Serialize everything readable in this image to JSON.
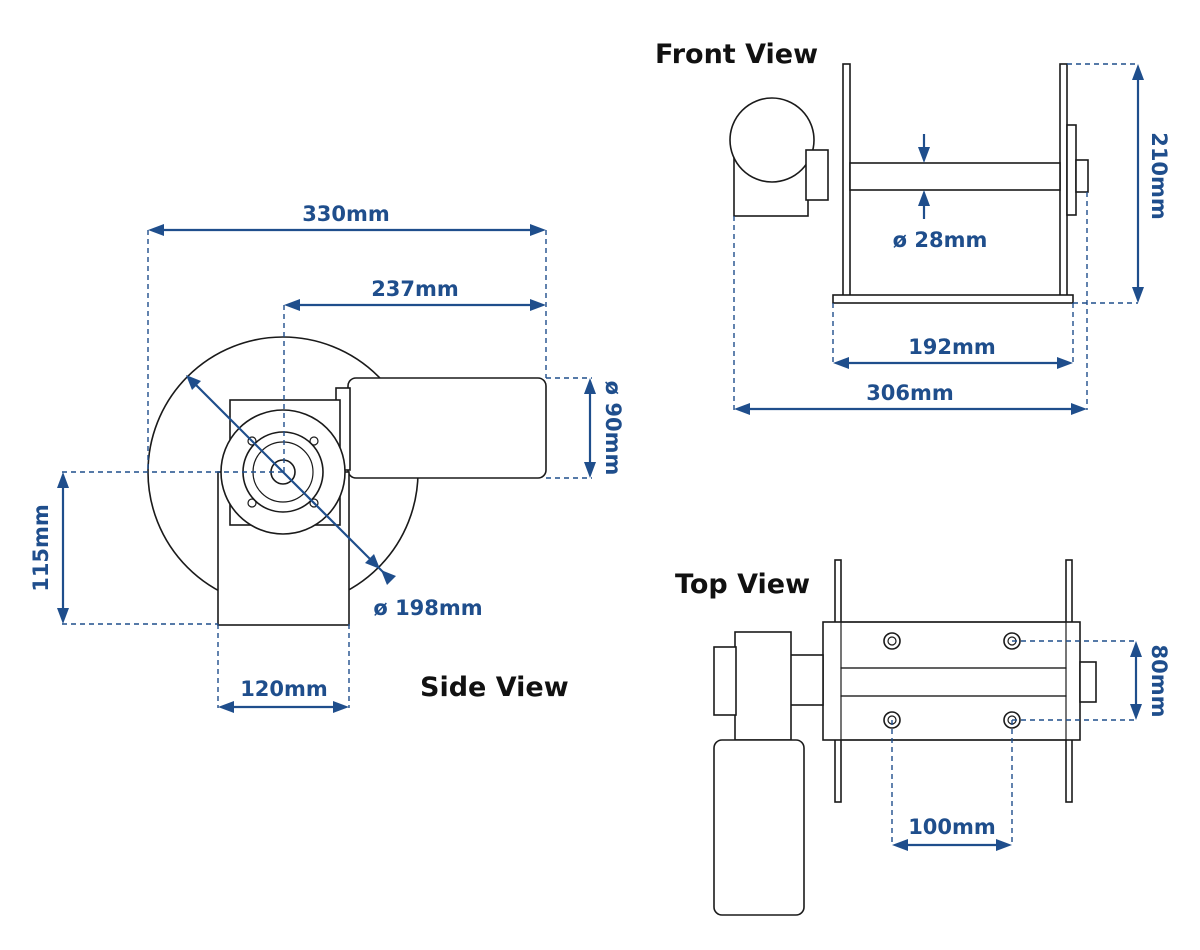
{
  "views": {
    "side": "Side View",
    "front": "Front View",
    "top": "Top View"
  },
  "dimensions": {
    "side_overall_width": "330mm",
    "side_motor_length": "237mm",
    "side_motor_diameter": "ø 90mm",
    "side_drum_diameter": "ø 198mm",
    "side_height": "115mm",
    "side_base_width": "120mm",
    "front_height": "210mm",
    "front_shaft_diameter": "ø 28mm",
    "front_drum_width": "192mm",
    "front_overall_width": "306mm",
    "top_bolt_spacing_y": "80mm",
    "top_bolt_spacing_x": "100mm"
  },
  "colors": {
    "dimension": "#1f4e8c",
    "outline": "#1a1a1a"
  }
}
